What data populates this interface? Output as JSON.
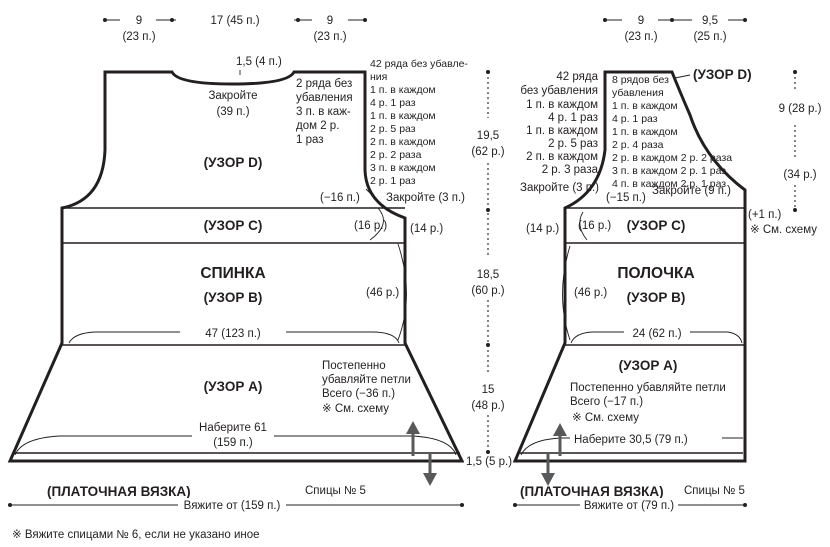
{
  "back": {
    "top_left": [
      "9",
      "(23 п.)"
    ],
    "top_center": "17 (45 п.)",
    "top_right": [
      "9",
      "(23 п.)"
    ],
    "neck_drop": "1,5 (4 п.)",
    "neck_bindoff": [
      "Закройте",
      "(39 п.)"
    ],
    "neck_rows": [
      "2 ряда без",
      "убавления",
      "3 п. в каж-",
      "дом 2 р.",
      "1 раз"
    ],
    "armhole_schedule": [
      "42 ряда без убавле-",
      "ния",
      "1 п. в каждом",
      "4 р. 1 раз",
      "1 п. в каждом",
      "2 р. 5 раз",
      "2 п. в каждом",
      "2 р. 2 раза",
      "3 п. в каждом",
      "2 р. 1 раз"
    ],
    "armhole_total": "(−16 п.)",
    "armhole_bindoff": "Закройте (3 п.)",
    "yoke_height": [
      "19,5",
      "(62 р.)"
    ],
    "pattern_d": "(УЗОР D)",
    "pattern_c": "(УЗОР C)",
    "pattern_c_rows_left": "(16 р.)",
    "pattern_c_rows_right": "(14 р.)",
    "title": "СПИНКА",
    "pattern_b": "(УЗОР B)",
    "pattern_b_rows": "(46 р.)",
    "mid_height": [
      "18,5",
      "(60 р.)"
    ],
    "width": "47 (123 п.)",
    "pattern_a": "(УЗОР A)",
    "decrease_note": [
      "Постепенно",
      "убавляйте петли",
      "Всего (−36 п.)",
      "※ См. схему"
    ],
    "lower_height": [
      "15",
      "(48 р.)"
    ],
    "cast_on": [
      "Наберите 61",
      "(159 п.)"
    ],
    "border_height": "1,5 (5 р.)",
    "border_pattern": "(ПЛАТОЧНАЯ ВЯЗКА)",
    "needles": "Спицы № 5",
    "pickup": "Вяжите от (159 п.)"
  },
  "front": {
    "top_left": [
      "9",
      "(23 п.)"
    ],
    "top_right": [
      "9,5",
      "(25 п.)"
    ],
    "neck_rows": [
      "42 ряда",
      "без убавления",
      "1 п. в каждом",
      "4 р. 1 раз",
      "1 п. в каждом",
      "2 р. 5 раз",
      "2 п. в каждом",
      "2 р. 3 раза"
    ],
    "neck_bindoff": "Закройте (3 п.)",
    "neck_total": "(−15 п.)",
    "pattern_d": "(УЗОР D)",
    "armhole_schedule": [
      "8 рядов без",
      "убавления",
      "1 п. в каждом",
      "4 р. 1 раз",
      "1 п. в каждом",
      "2 р. 4 раза",
      "2 р. в каждом 2 р. 2 раза",
      "3 п. в каждом 2 р. 1 раз",
      "4 п. в каждом 2 р. 1 раз"
    ],
    "armhole_bindoff": "Закройте (9 п.)",
    "armhole_depth": "9 (28 р.)",
    "rows_34": "(34 р.)",
    "plus_one": "(+1 п.)",
    "see_chart": "※ См. схему",
    "pattern_c": "(УЗОР C)",
    "pattern_c_rows_left": "(14 р.)",
    "pattern_c_rows_right": "(16 р.)",
    "title": "ПОЛОЧКА",
    "pattern_b": "(УЗОР B)",
    "pattern_b_rows": "(46 р.)",
    "width": "24 (62 п.)",
    "pattern_a": "(УЗОР A)",
    "decrease_note": [
      "Постепенно убавляйте петли",
      "Всего (−17 п.)",
      "※ См. схему"
    ],
    "cast_on": "Наберите 30,5 (79 п.)",
    "border_pattern": "(ПЛАТОЧНАЯ ВЯЗКА)",
    "needles": "Спицы № 5",
    "pickup": "Вяжите от (79 п.)"
  },
  "footnote": "※ Вяжите спицами № 6, если не указано иное",
  "colors": {
    "ink": "#231f20",
    "arrow": "#58595b",
    "background": "#ffffff"
  }
}
